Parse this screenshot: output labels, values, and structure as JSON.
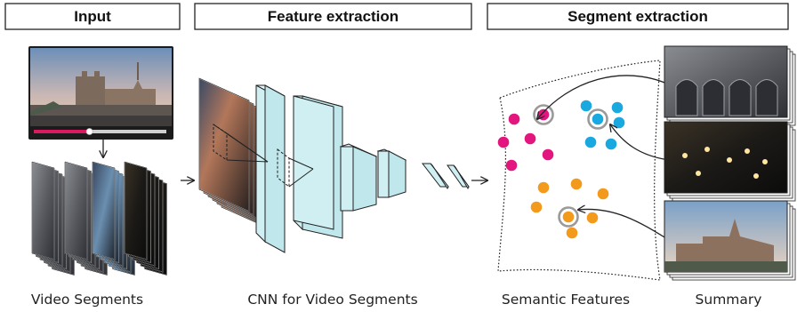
{
  "headers": {
    "input": "Input",
    "feature_extraction": "Feature extraction",
    "segment_extraction": "Segment extraction"
  },
  "captions": {
    "video_segments": "Video Segments",
    "cnn": "CNN for Video Segments",
    "semantic_features": "Semantic Features",
    "summary": "Summary"
  },
  "video_player": {
    "progress": 0.42
  },
  "colors": {
    "magenta": "#e3157f",
    "cyan": "#19a8e0",
    "orange": "#f39a1d",
    "cnn_fill": "#cfeff2",
    "progress": "#d81b60"
  },
  "clusters": [
    {
      "name": "magenta-cluster",
      "color": "magenta"
    },
    {
      "name": "cyan-cluster",
      "color": "cyan"
    },
    {
      "name": "orange-cluster",
      "color": "orange"
    }
  ]
}
